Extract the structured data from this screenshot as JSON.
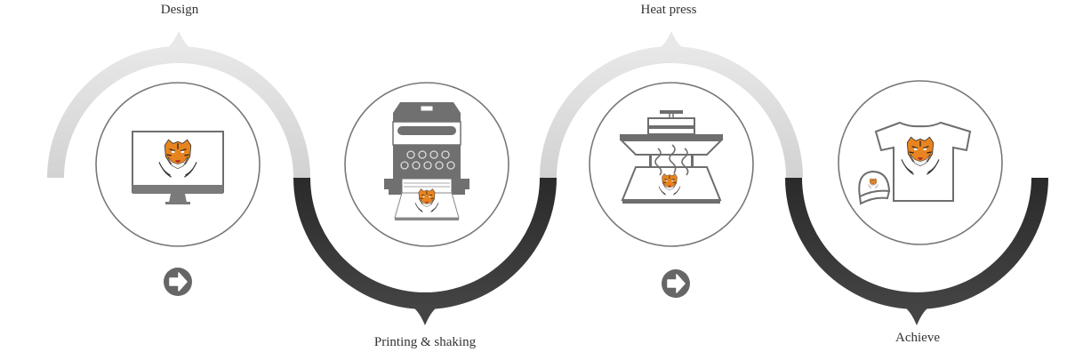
{
  "diagram": {
    "type": "process-flow",
    "colors": {
      "light_arc": "#d9d9d9",
      "dark_arc": "#333333",
      "circle_stroke": "#777777",
      "icon_gray": "#6e6e6e",
      "tiger_orange": "#e8841f",
      "arrow_button": "#666666",
      "label_text": "#333333"
    },
    "steps": [
      {
        "id": "design",
        "label": "Design",
        "icon": "monitor-with-tiger-icon",
        "arc": "top"
      },
      {
        "id": "printing",
        "label": "Printing & shaking",
        "icon": "dtf-printer-icon",
        "arc": "bottom"
      },
      {
        "id": "heat-press",
        "label": "Heat press",
        "icon": "heat-press-icon",
        "arc": "top"
      },
      {
        "id": "achieve",
        "label": "Achieve",
        "icon": "tshirt-and-cap-icon",
        "arc": "bottom"
      }
    ],
    "next_buttons": [
      {
        "icon": "arrow-right-circle-icon"
      },
      {
        "icon": "arrow-right-circle-icon"
      }
    ]
  }
}
